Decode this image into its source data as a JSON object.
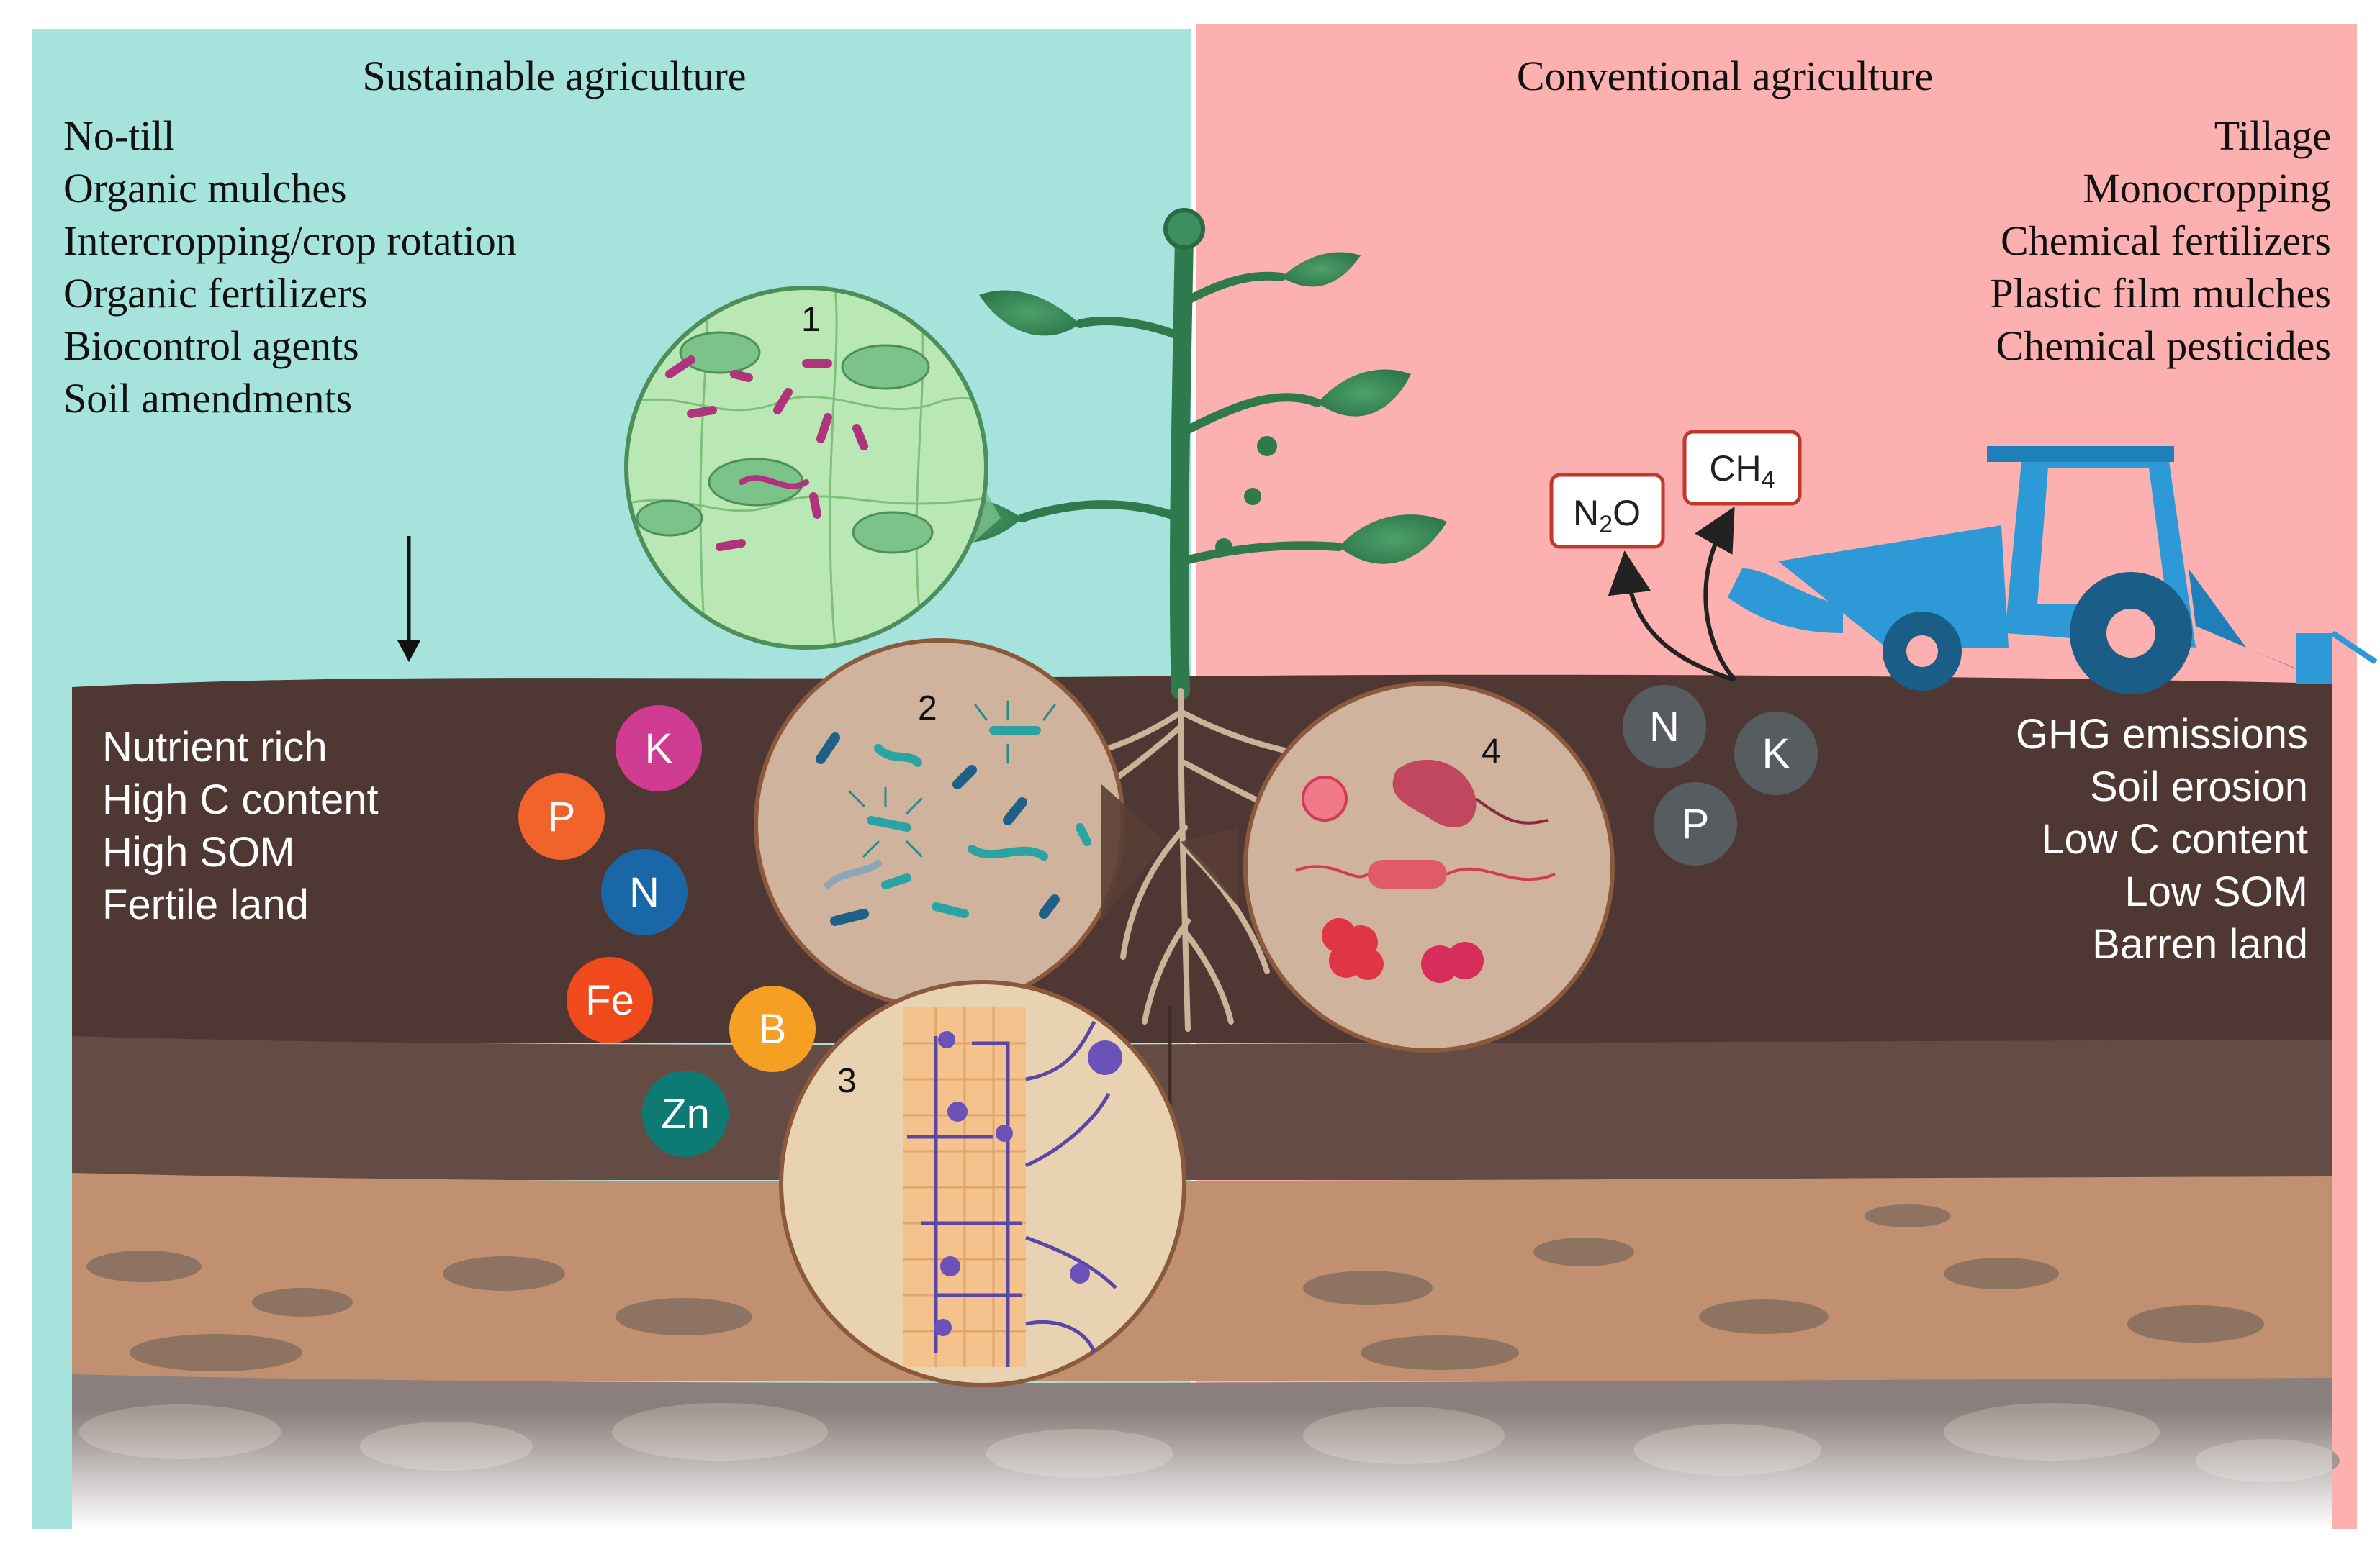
{
  "panels": {
    "sustainable": {
      "title": "Sustainable agriculture",
      "practices": [
        "No-till",
        "Organic mulches",
        "Intercropping/crop rotation",
        "Organic fertilizers",
        "Biocontrol agents",
        "Soil amendments"
      ],
      "soil_traits": [
        "Nutrient rich",
        "High C content",
        "High SOM",
        "Fertile land"
      ],
      "nutrients": [
        "K",
        "P",
        "N",
        "Fe",
        "B",
        "Zn"
      ]
    },
    "conventional": {
      "title": "Conventional agriculture",
      "practices": [
        "Tillage",
        "Monocropping",
        "Chemical fertilizers",
        "Plastic film mulches",
        "Chemical pesticides"
      ],
      "soil_traits": [
        "GHG emissions",
        "Soil erosion",
        "Low C content",
        "Low SOM",
        "Barren land"
      ],
      "nutrients": [
        "N",
        "K",
        "P"
      ],
      "gases": {
        "n2o": {
          "main": "N",
          "sub": "2",
          "end": "O"
        },
        "ch4": {
          "main": "CH",
          "sub": "4"
        }
      }
    }
  },
  "zooms": [
    "1",
    "2",
    "3",
    "4"
  ],
  "colors": {
    "sustainable_bg": "#a6e3dc",
    "conventional_bg": "#fcb1b0",
    "soil_top": "#4f3834",
    "soil_mid": "#644c45",
    "soil_sub": "#c09070",
    "bedrock": "#8a7f7c",
    "tractor": "#2d9ad7",
    "nutrient_K": "#cf3c92",
    "nutrient_P": "#f0632a",
    "nutrient_N": "#1a67a8",
    "nutrient_Fe": "#f04a1c",
    "nutrient_B": "#f5a023",
    "nutrient_Zn": "#0e7a74",
    "depleted_nutrient": "#575c61"
  }
}
